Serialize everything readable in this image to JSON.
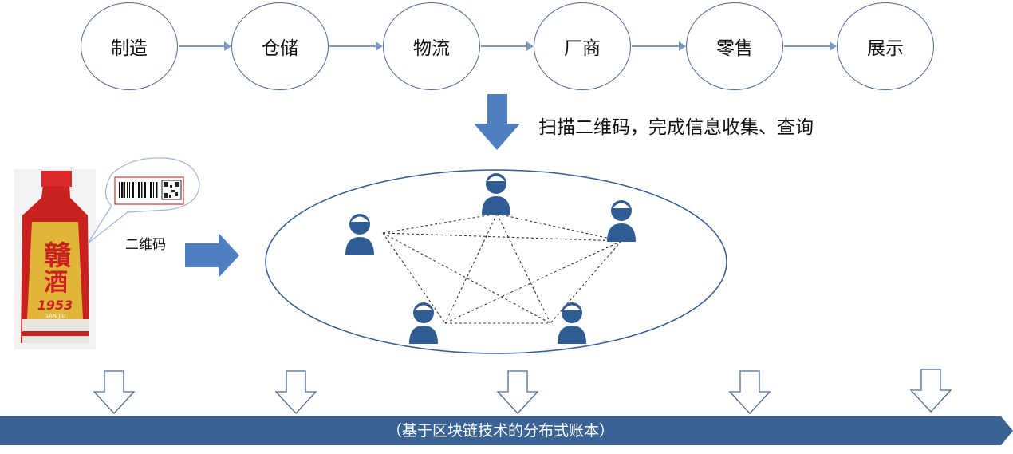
{
  "stages": [
    "制造",
    "仓储",
    "物流",
    "厂商",
    "零售",
    "展示"
  ],
  "scan_text": "扫描二维码，完成信息收集、查询",
  "qr_label": "二维码",
  "ledger_text": "（基于区块链技术的分布式账本）",
  "bottle": {
    "brand_text": "贛酒",
    "year_text": "1953",
    "sub_text": "GAN JIU"
  },
  "colors": {
    "primary": "#2f5c93",
    "arrow_blue": "#4f7fbf",
    "bar_dark": "#3a6395"
  }
}
